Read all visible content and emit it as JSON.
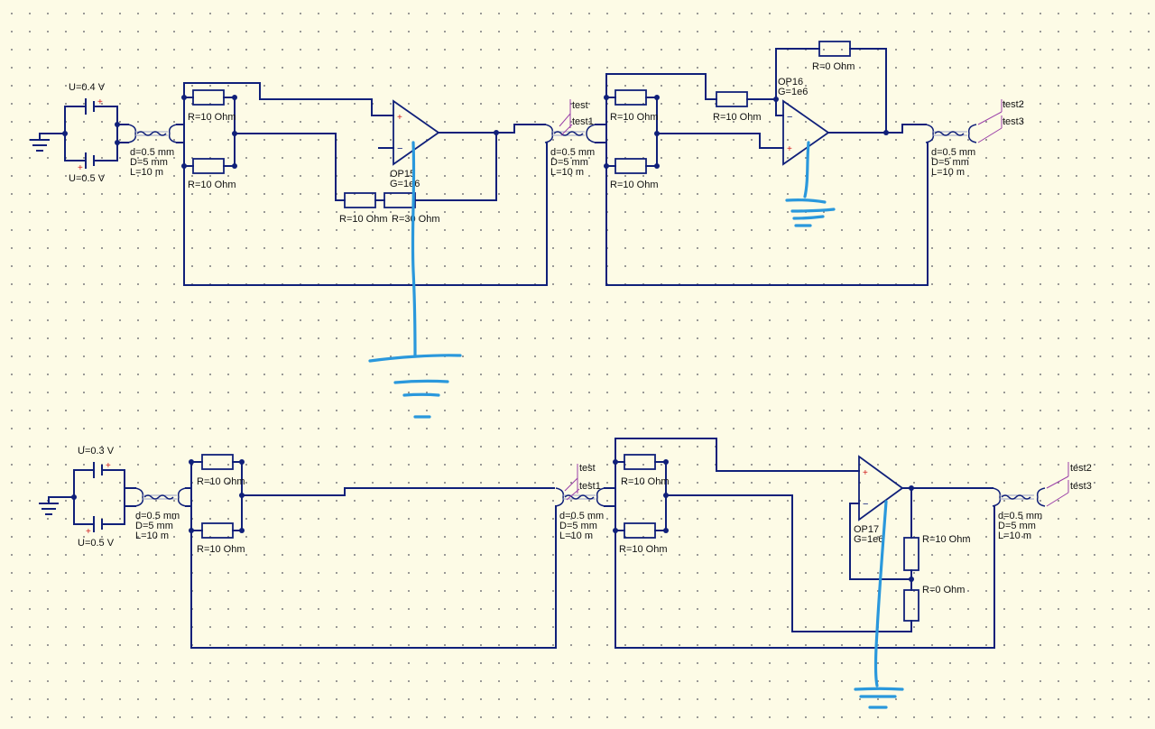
{
  "schematic": {
    "circuit_top": {
      "source_upper": "U=0.4 V",
      "source_lower": "U=0.5 V",
      "line_left": [
        "d=0.5 mm",
        "D=5 mm",
        "L=10 m"
      ],
      "r1": "R=10 Ohm",
      "r2": "R=10 Ohm",
      "r_fb1": "R=10 Ohm",
      "r_fb2": "R=30 Ohm",
      "opamp_left_name": "OP15",
      "opamp_left_gain": "G=1e6",
      "label_test": "test",
      "label_test1": "test1",
      "line_mid": [
        "d=0.5 mm",
        "D=5 mm",
        "L=10 m"
      ],
      "r3": "R=10 Ohm",
      "r4": "R=10 Ohm",
      "r5": "R=10 Ohm",
      "opamp_right_name": "OP16",
      "opamp_right_gain": "G=1e6",
      "r_fb3": "R=0 Ohm",
      "line_right": [
        "d=0.5 mm",
        "D=5 mm",
        "L=10 m"
      ],
      "label_test2": "test2",
      "label_test3": "test3"
    },
    "circuit_bottom": {
      "source_upper": "U=0.3 V",
      "source_lower": "U=0.5 V",
      "line_left": [
        "d=0.5 mm",
        "D=5 mm",
        "L=10 m"
      ],
      "r1": "R=10 Ohm",
      "r2": "R=10 Ohm",
      "label_test": "test",
      "label_test1": "test1",
      "line_mid": [
        "d=0.5 mm",
        "D=5 mm",
        "L=10 m"
      ],
      "r3": "R=10 Ohm",
      "r4": "R=10 Ohm",
      "opamp_name": "OP17",
      "opamp_gain": "G=1e6",
      "r5": "R=10 Ohm",
      "r6": "R=0 Ohm",
      "line_right": [
        "d=0.5 mm",
        "D=5 mm",
        "L=10 m"
      ],
      "label_test2": "test2",
      "label_test3": "test3"
    }
  },
  "colors": {
    "background": "#fdfbe6",
    "wire": "#10207a",
    "annotation_ink": "#2a98dc",
    "polarity_plus": "#d01818",
    "label_pin": "#9b3fa8"
  },
  "icons": [
    "ground-icon",
    "battery-icon",
    "resistor-icon",
    "opamp-icon",
    "transmission-line-icon"
  ]
}
